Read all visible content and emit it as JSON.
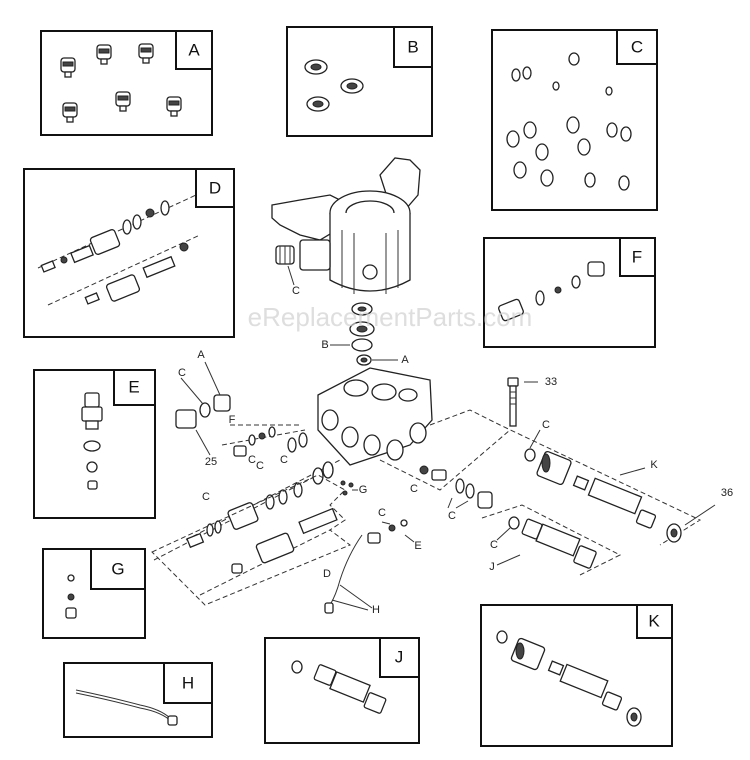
{
  "watermark": "eReplacementParts.com",
  "kits": [
    {
      "id": "A"
    },
    {
      "id": "B"
    },
    {
      "id": "C"
    },
    {
      "id": "D"
    },
    {
      "id": "E"
    },
    {
      "id": "F"
    },
    {
      "id": "G"
    },
    {
      "id": "H"
    },
    {
      "id": "J"
    },
    {
      "id": "K"
    }
  ],
  "callouts": {
    "c_head": "C",
    "b_mid": "B",
    "a_mid": "A",
    "a_top": "A",
    "c_left": "C",
    "n25": "25",
    "f": "F",
    "c_f": "C",
    "c_f2": "C",
    "c_d1": "C",
    "c_d2": "C",
    "d": "D",
    "g": "G",
    "h": "H",
    "c_e": "C",
    "e": "E",
    "c_mid": "C",
    "c_mid2": "C",
    "c_j": "C",
    "j": "J",
    "n33": "33",
    "c_k": "C",
    "k": "K",
    "n36": "36"
  }
}
